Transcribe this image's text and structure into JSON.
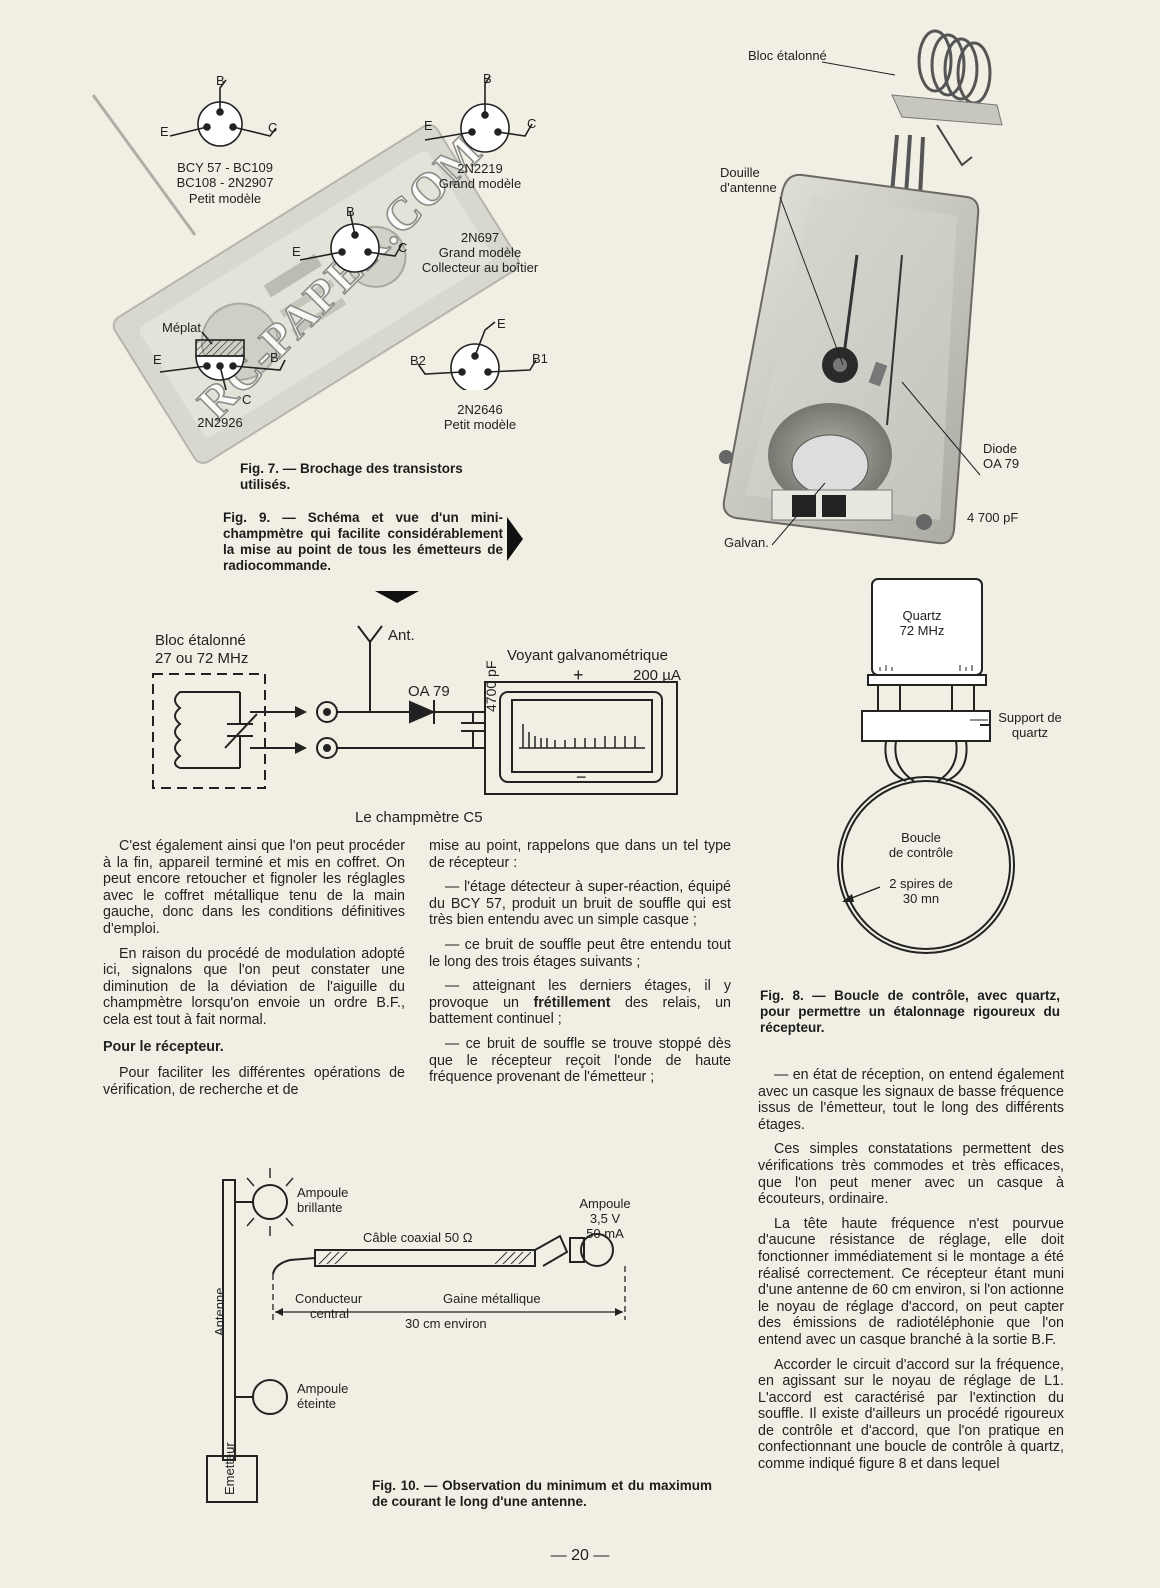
{
  "watermark": "RC-PAPER.COM",
  "fig7": {
    "transistors": [
      {
        "line1": "BCY 57  -  BC109",
        "line2": "BC108  -  2N2907",
        "line3": "Petit modèle",
        "e": "E",
        "b": "B",
        "c": "C"
      },
      {
        "line1": "2N2219",
        "line2": "Grand modèle",
        "e": "E",
        "b": "B",
        "c": "C"
      },
      {
        "line1": "2N697",
        "line2": "Grand modèle",
        "line3": "Collecteur au boîtier",
        "e": "E",
        "b": "B",
        "c": "C"
      },
      {
        "line1": "2N2926",
        "flat_label": "Méplat",
        "e": "E",
        "b": "B",
        "c": "C"
      },
      {
        "line1": "2N2646",
        "line2": "Petit modèle",
        "e": "E",
        "b1": "B1",
        "b2": "B2"
      }
    ],
    "caption": "Fig. 7. — Brochage des transistors utilisés."
  },
  "fig9": {
    "caption": "Fig. 9. — Schéma et vue d'un mini-champmètre qui facilite considérablement la mise au point de tous les émetteurs de radiocommande.",
    "photo_labels": {
      "bloc": "Bloc étalonné",
      "douille1": "Douille",
      "douille2": "d'antenne",
      "diode1": "Diode",
      "diode2": "OA 79",
      "cap": "4 700 pF",
      "galvan": "Galvan."
    },
    "schematic": {
      "bloc1": "Bloc étalonné",
      "bloc2": "27 ou 72 MHz",
      "ant": "Ant.",
      "diode": "OA 79",
      "voyant": "Voyant galvanométrique",
      "current": "200 µA",
      "plus": "+",
      "minus": "−",
      "cap": "4700 pF",
      "title": "Le champmètre C5"
    }
  },
  "fig8": {
    "quartz1": "Quartz",
    "quartz2": "72 MHz",
    "support1": "Support de",
    "support2": "quartz",
    "boucle1": "Boucle",
    "boucle2": "de contrôle",
    "spires1": "2 spires de",
    "spires2": "30 mn",
    "caption": "Fig. 8. — Boucle de contrôle, avec quartz, pour permettre un étalonnage rigoureux du récepteur."
  },
  "fig10": {
    "ampoule_brillante1": "Ampoule",
    "ampoule_brillante2": "brillante",
    "ampoule_eteinte1": "Ampoule",
    "ampoule_eteinte2": "éteinte",
    "cable": "Câble coaxial 50 Ω",
    "ampoule_spec1": "Ampoule",
    "ampoule_spec2": "3,5 V",
    "ampoule_spec3": "50 mA",
    "conducteur1": "Conducteur",
    "conducteur2": "central",
    "gaine": "Gaine métallique",
    "longueur": "30 cm environ",
    "antenne": "Antenne",
    "emetteur": "Emetteur",
    "caption": "Fig. 10. — Observation du minimum et du maximum de courant le long d'une antenne."
  },
  "text": {
    "col1_p1": "C'est également ainsi que l'on peut procéder à la fin, appareil terminé et mis en coffret. On peut encore retoucher et fignoler les réglagles avec le coffret métallique tenu de la main gauche, donc dans les conditions définitives d'emploi.",
    "col1_p2": "En raison du procédé de modulation adopté ici, signalons que l'on peut constater une diminution de la déviation de l'aiguille du champmètre lorsqu'on envoie un ordre B.F., cela est tout à fait normal.",
    "col1_heading": "Pour le récepteur.",
    "col1_p3": "Pour faciliter les différentes opérations de vérification, de recherche et de",
    "col2_p1": "mise au point, rappelons que dans un tel type de récepteur :",
    "col2_p2": "— l'étage détecteur à super-réaction, équipé du BCY 57, produit un bruit de souffle qui est très bien entendu avec un simple casque ;",
    "col2_p3": "— ce bruit de souffle peut être entendu tout le long des trois étages suivants ;",
    "col2_p4a": "— atteignant les derniers étages, il y provoque un ",
    "col2_p4b": "frétillement",
    "col2_p4c": " des relais, un battement continuel ;",
    "col2_p5": "— ce bruit de souffle se trouve stoppé dès que le récepteur reçoit l'onde de haute fréquence provenant de l'émetteur ;",
    "col3_p1": "— en état de réception, on entend également avec un casque les signaux de basse fréquence issus de l'émetteur, tout le long des différents étages.",
    "col3_p2": "Ces simples constatations permettent des vérifications très commodes et très efficaces, que l'on peut mener avec un casque à écouteurs, ordinaire.",
    "col3_p3": "La tête haute fréquence n'est pourvue d'aucune résistance de réglage, elle doit fonctionner immédiatement si le montage a été réalisé correctement. Ce récepteur étant muni d'une antenne de 60 cm environ, si l'on actionne le noyau de réglage d'accord, on peut capter des émissions de radiotéléphonie que l'on entend avec un casque branché à la sortie B.F.",
    "col3_p4": "Accorder le circuit d'accord sur la fréquence, en agissant sur le noyau de réglage de L1. L'accord est caractérisé par l'extinction du souffle. Il existe d'ailleurs un procédé rigoureux de contrôle et d'accord, que l'on pratique en confectionnant une boucle de contrôle à quartz, comme indiqué figure 8 et dans lequel"
  },
  "page_number": "— 20 —"
}
